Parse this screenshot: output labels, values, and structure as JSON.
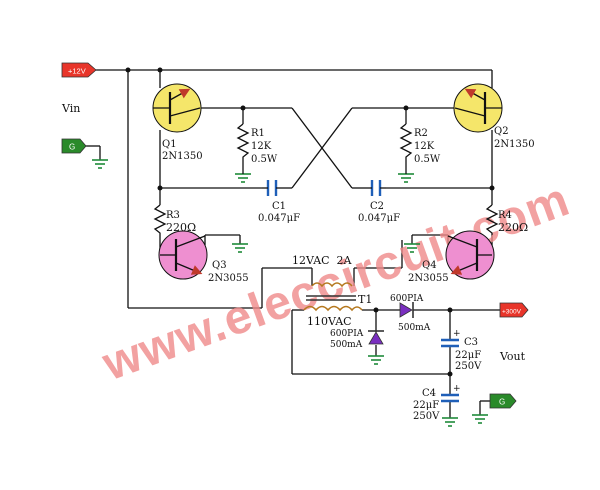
{
  "watermark": "www.eleccircuit.com",
  "terminals": {
    "plus12v": "+12V",
    "vin_ground": "G",
    "plus300v": "+300V",
    "vout_ground": "G"
  },
  "labels": {
    "vin": "Vin",
    "vout": "Vout"
  },
  "components": {
    "q1": {
      "ref": "Q1",
      "part": "2N1350"
    },
    "q2": {
      "ref": "Q2",
      "part": "2N1350"
    },
    "q3": {
      "ref": "Q3",
      "part": "2N3055"
    },
    "q4": {
      "ref": "Q4",
      "part": "2N3055"
    },
    "r1": {
      "ref": "R1",
      "value": "12K",
      "power": "0.5W"
    },
    "r2": {
      "ref": "R2",
      "value": "12K",
      "power": "0.5W"
    },
    "r3": {
      "ref": "R3",
      "value": "220Ω"
    },
    "r4": {
      "ref": "R4",
      "value": "220Ω"
    },
    "c1": {
      "ref": "C1",
      "value": "0.047μF"
    },
    "c2": {
      "ref": "C2",
      "value": "0.047μF"
    },
    "t1": {
      "ref": "T1",
      "secondary": "12VAC  2A",
      "primary": "110VAC"
    },
    "d1": {
      "part": "600PIA",
      "current": "500mA"
    },
    "d2": {
      "part": "600PIA",
      "current": "500mA"
    },
    "c3": {
      "ref": "C3",
      "value": "22μF",
      "voltage": "250V"
    },
    "c4": {
      "ref": "C4",
      "value": "22μF",
      "voltage": "250V"
    }
  },
  "colors": {
    "transistor_q1q2": "#f5e66a",
    "transistor_q3q4": "#ee8fd0",
    "capacitor": "#1f5fb8",
    "diode": "#7a2fc0",
    "terminal_red": "#e8352a",
    "terminal_green": "#2a8a2a",
    "ground": "#1f8a3a",
    "watermark": "#f08a8a"
  }
}
